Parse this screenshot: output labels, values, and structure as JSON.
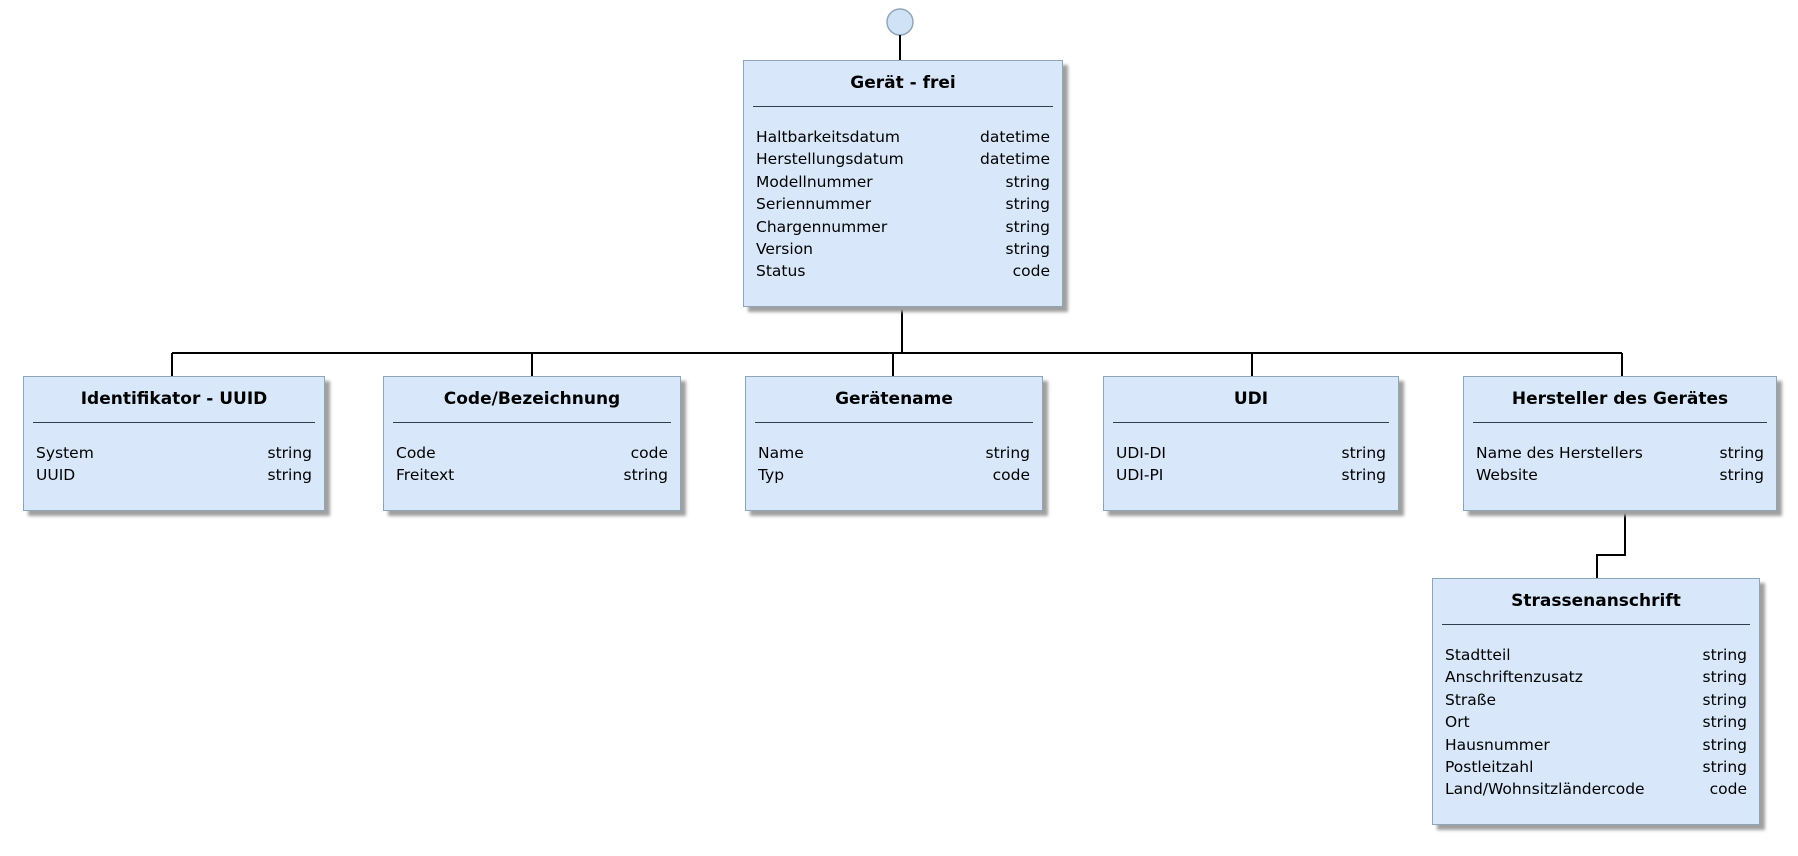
{
  "diagram": {
    "colors": {
      "background": "#ffffff",
      "box_fill": "#d8e8fa",
      "box_border": "#8ea4b8",
      "separator": "#2f3f4f",
      "line": "#000000",
      "shadow": "#a0a0a0",
      "circle_fill": "#cfe2f6",
      "circle_border": "#93a5b8",
      "text": "#000000"
    },
    "root": {
      "title": "Gerät - frei",
      "fields": [
        {
          "name": "Haltbarkeitsdatum",
          "type": "datetime"
        },
        {
          "name": "Herstellungsdatum",
          "type": "datetime"
        },
        {
          "name": "Modellnummer",
          "type": "string"
        },
        {
          "name": "Seriennummer",
          "type": "string"
        },
        {
          "name": "Chargennummer",
          "type": "string"
        },
        {
          "name": "Version",
          "type": "string"
        },
        {
          "name": "Status",
          "type": "code"
        }
      ]
    },
    "children": [
      {
        "title": "Identifikator - UUID",
        "fields": [
          {
            "name": "System",
            "type": "string"
          },
          {
            "name": "UUID",
            "type": "string"
          }
        ]
      },
      {
        "title": "Code/Bezeichnung",
        "fields": [
          {
            "name": "Code",
            "type": "code"
          },
          {
            "name": "Freitext",
            "type": "string"
          }
        ]
      },
      {
        "title": "Gerätename",
        "fields": [
          {
            "name": "Name",
            "type": "string"
          },
          {
            "name": "Typ",
            "type": "code"
          }
        ]
      },
      {
        "title": "UDI",
        "fields": [
          {
            "name": "UDI-DI",
            "type": "string"
          },
          {
            "name": "UDI-PI",
            "type": "string"
          }
        ]
      },
      {
        "title": "Hersteller des Gerätes",
        "fields": [
          {
            "name": "Name des Herstellers",
            "type": "string"
          },
          {
            "name": "Website",
            "type": "string"
          }
        ]
      }
    ],
    "sub": {
      "parent": "Hersteller des Gerätes",
      "title": "Strassenanschrift",
      "fields": [
        {
          "name": "Stadtteil",
          "type": "string"
        },
        {
          "name": "Anschriftenzusatz",
          "type": "string"
        },
        {
          "name": "Straße",
          "type": "string"
        },
        {
          "name": "Ort",
          "type": "string"
        },
        {
          "name": "Hausnummer",
          "type": "string"
        },
        {
          "name": "Postleitzahl",
          "type": "string"
        },
        {
          "name": "Land/Wohnsitzländercode",
          "type": "code"
        }
      ]
    }
  }
}
